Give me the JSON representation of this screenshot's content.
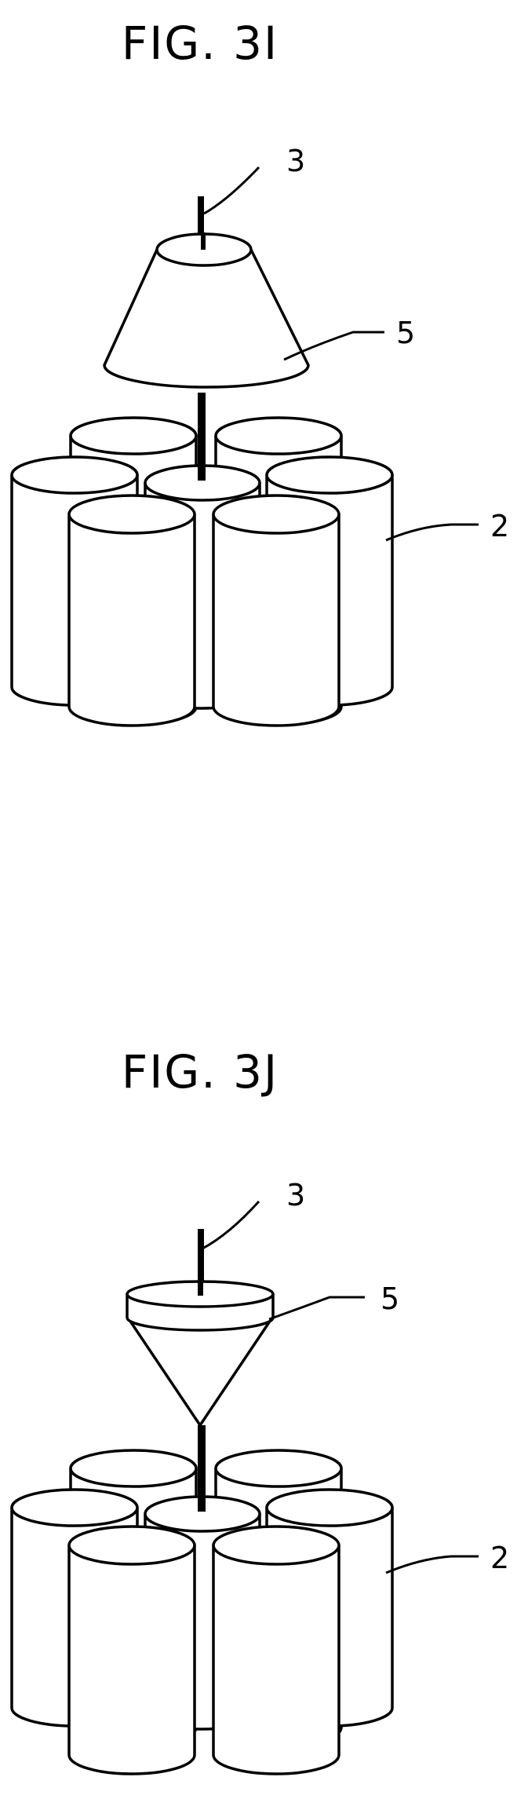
{
  "figures": [
    {
      "title": "FIG. 3I",
      "labels": {
        "rod": "3",
        "member": "5",
        "cylinders": "2"
      }
    },
    {
      "title": "FIG. 3J",
      "labels": {
        "rod": "3",
        "member": "5",
        "cylinders": "2"
      }
    }
  ]
}
